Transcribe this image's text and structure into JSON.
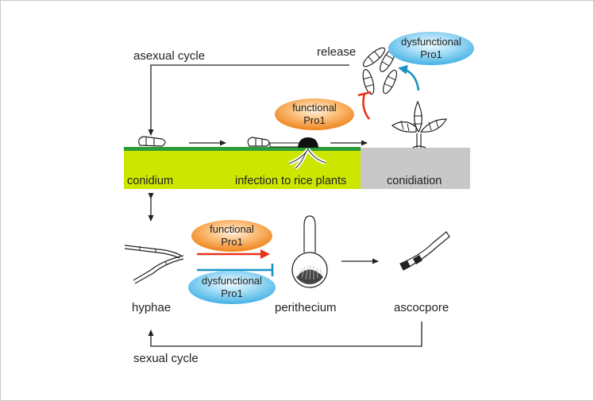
{
  "labels": {
    "asexual_cycle": "asexual cycle",
    "sexual_cycle": "sexual cycle",
    "release": "release",
    "conidium": "conidium",
    "infection": "infection to rice plants",
    "conidiation": "conidiation",
    "hyphae": "hyphae",
    "perithecium": "perithecium",
    "ascospore": "ascocpore"
  },
  "bubbles": {
    "functional_top": [
      "functional",
      "Pro1"
    ],
    "dysfunctional_top": [
      "dysfunctional",
      "Pro1"
    ],
    "functional_mid": [
      "functional",
      "Pro1"
    ],
    "dysfunctional_mid": [
      "dysfunctional",
      "Pro1"
    ]
  },
  "colors": {
    "orange": "#f08a24",
    "blue": "#4fb6e6",
    "red_arrow": "#e8341c",
    "blue_arrow": "#1a93c4",
    "lime": "#cde600",
    "green": "#2e9c3a",
    "gray": "#c8c8c8"
  }
}
